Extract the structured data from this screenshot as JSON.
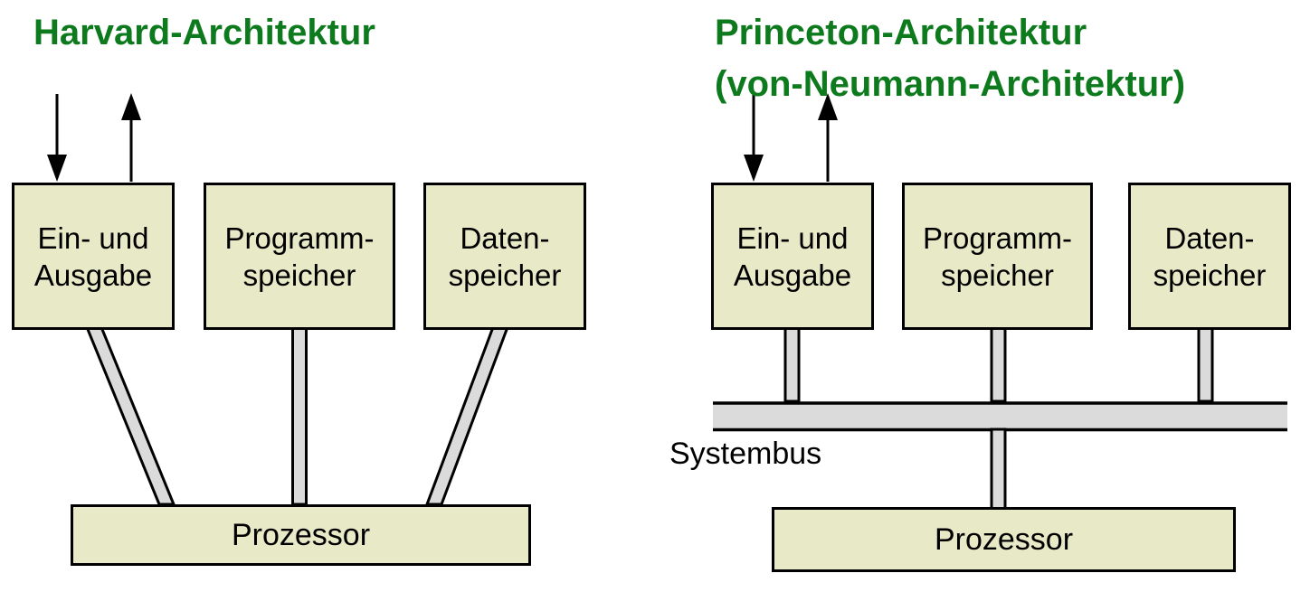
{
  "colors": {
    "title_green": "#0d7a1d",
    "box_fill": "#e8e9c7",
    "connector_gray": "#dbdbdb",
    "outline_black": "#000000",
    "background": "#ffffff"
  },
  "icons": {
    "input_arrow": "arrow-down",
    "output_arrow": "arrow-up"
  },
  "harvard": {
    "title": "Harvard-Architektur",
    "boxes": [
      {
        "line1": "Ein- und",
        "line2": "Ausgabe"
      },
      {
        "line1": "Programm-",
        "line2": "speicher"
      },
      {
        "line1": "Daten-",
        "line2": "speicher"
      }
    ],
    "processor_label": "Prozessor"
  },
  "princeton": {
    "title_line1": "Princeton-Architektur",
    "title_line2": "(von-Neumann-Architektur)",
    "boxes": [
      {
        "line1": "Ein- und",
        "line2": "Ausgabe"
      },
      {
        "line1": "Programm-",
        "line2": "speicher"
      },
      {
        "line1": "Daten-",
        "line2": "speicher"
      }
    ],
    "bus_label": "Systembus",
    "processor_label": "Prozessor"
  }
}
